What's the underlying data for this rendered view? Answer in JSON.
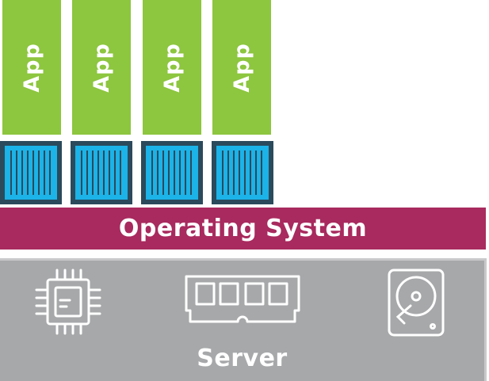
{
  "apps": [
    {
      "label": "App"
    },
    {
      "label": "App"
    },
    {
      "label": "App"
    },
    {
      "label": "App"
    }
  ],
  "containers": [
    {
      "icon": "container-icon"
    },
    {
      "icon": "container-icon"
    },
    {
      "icon": "container-icon"
    },
    {
      "icon": "container-icon"
    }
  ],
  "operating_system": {
    "label": "Operating System"
  },
  "server": {
    "label": "Server",
    "icons": [
      "cpu-icon",
      "memory-icon",
      "hard-drive-icon"
    ]
  },
  "colors": {
    "app": "#8dc63f",
    "container_fill": "#1bb3e8",
    "container_frame": "#2b4a5c",
    "operating_system": "#a82a5e",
    "server": "#a7a8aa",
    "text": "#ffffff"
  }
}
